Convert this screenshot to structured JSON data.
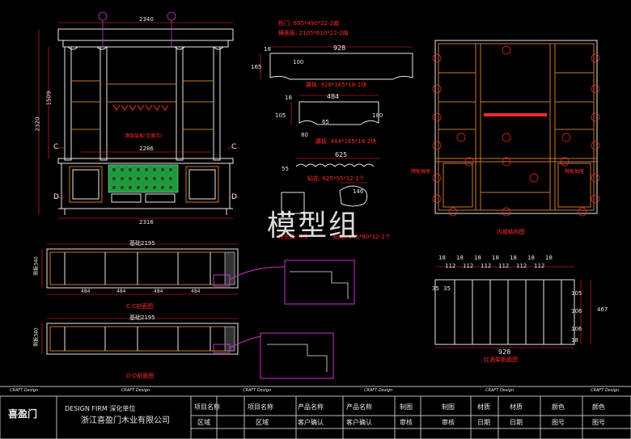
{
  "drawing": {
    "watermark": "模型组",
    "top_labels": {
      "line1": "柜门: 695*490*22-2扇",
      "line2": "横面板: 2105*610*22-2扇",
      "dim_928": "928",
      "dim_484": "484",
      "dim_625": "625",
      "dim_18_a": "18",
      "dim_18_b": "18",
      "dim_165": "165",
      "dim_100": "100",
      "dim_105": "105",
      "dim_65": "65",
      "dim_180": "180",
      "dim_80": "80",
      "dim_55": "55",
      "dim_146": "146",
      "label_a": "腰板: 928*165*18-1块",
      "label_b": "腰板: 484*165*18-2块",
      "label_c": "贴花: 625*55*12-1个",
      "label_d": "柱头板: 4件",
      "label_e": "贴花: 145*80*12-2个"
    },
    "left_elevation": {
      "top_dim": "2340",
      "side_dim_a": "2320",
      "side_dim_b": "1509",
      "bottom_dim": "2316",
      "mid_dim": "2286",
      "marker_c": "C",
      "marker_d": "D",
      "note": "酒架层板(见图示)"
    },
    "section_views": {
      "cc_title": "C-C剖面图",
      "dd_title": "D-D剖面图",
      "cc_top": "基础2195",
      "dd_top": "基础2195",
      "left_dim": "侧板340",
      "segments": [
        "484",
        "484",
        "484",
        "484"
      ]
    },
    "right_elevation": {
      "title": "内部结构图",
      "note_left": "隔板抽屉",
      "note_right": "隔板抽屉"
    },
    "drawer_view": {
      "title": "红酒架剖面图",
      "top_dims": [
        "18",
        "18",
        "18",
        "18",
        "18",
        "18",
        "18"
      ],
      "top_dims_b": [
        "112",
        "112",
        "112",
        "112",
        "112",
        "112"
      ],
      "bottom_dim": "928",
      "left_a": "35",
      "left_b": "35",
      "right_a": "105",
      "right_b": "106",
      "right_c": "106",
      "right_total": "467",
      "right_d": "18"
    }
  },
  "title_block": {
    "design_firm": "DESIGN FIRM 深化单位",
    "company": "浙江喜盈门木业有限公司",
    "logo_text": "喜盈门",
    "fields": [
      {
        "label": "项目名称",
        "value": "项目名称"
      },
      {
        "label": "产品名称",
        "value": "产品名称"
      },
      {
        "label": "制图",
        "value": "制图"
      },
      {
        "label": "材质",
        "value": "材质"
      },
      {
        "label": "颜色",
        "value": "颜色"
      },
      {
        "label": "区域",
        "value": "区域"
      },
      {
        "label": "客户确认",
        "value": "客户确认"
      },
      {
        "label": "审核",
        "value": "审核"
      },
      {
        "label": "日期",
        "value": "日期"
      },
      {
        "label": "图号",
        "value": "图号"
      }
    ],
    "stamp_text": "CRAFT Design"
  },
  "colors": {
    "background": "#000000",
    "cad_red": "#ff2a2a",
    "cad_white": "#e8e8e8",
    "cad_brown": "#c87828",
    "cad_green": "#1a9a3a",
    "cad_magenta": "#cc33cc",
    "cad_yellow": "#e8d040"
  }
}
